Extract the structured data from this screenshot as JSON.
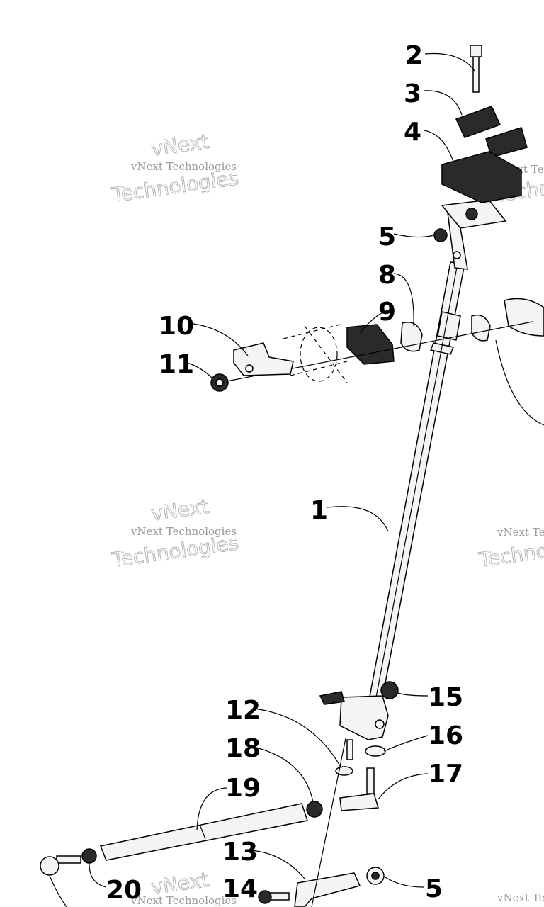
{
  "callouts": [
    {
      "id": "c2",
      "label": "2"
    },
    {
      "id": "c3",
      "label": "3"
    },
    {
      "id": "c4",
      "label": "4"
    },
    {
      "id": "c5a",
      "label": "5"
    },
    {
      "id": "c8",
      "label": "8"
    },
    {
      "id": "c9",
      "label": "9"
    },
    {
      "id": "c10",
      "label": "10"
    },
    {
      "id": "c11",
      "label": "11"
    },
    {
      "id": "c1",
      "label": "1"
    },
    {
      "id": "c15",
      "label": "15"
    },
    {
      "id": "c12",
      "label": "12"
    },
    {
      "id": "c16",
      "label": "16"
    },
    {
      "id": "c18",
      "label": "18"
    },
    {
      "id": "c17",
      "label": "17"
    },
    {
      "id": "c19",
      "label": "19"
    },
    {
      "id": "c13",
      "label": "13"
    },
    {
      "id": "c20",
      "label": "20"
    },
    {
      "id": "c14",
      "label": "14"
    },
    {
      "id": "c5b",
      "label": "5"
    }
  ],
  "watermark": {
    "small": "vNext Technologies",
    "big": "Technologies",
    "top": "vNext"
  }
}
